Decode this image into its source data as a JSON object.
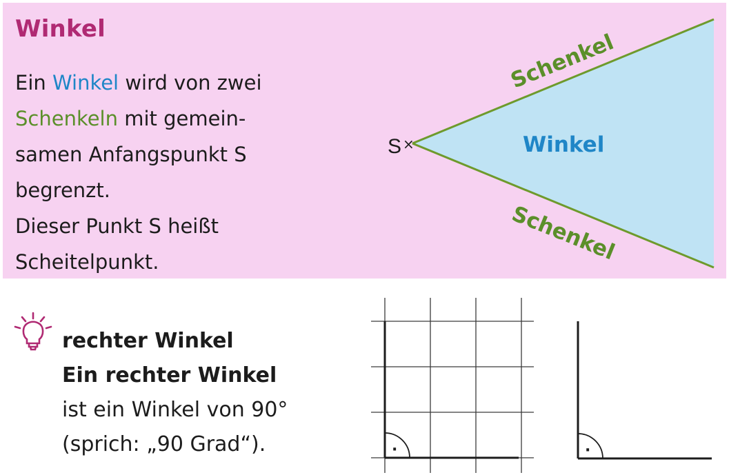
{
  "definition": {
    "title": "Winkel",
    "text_lines": [
      {
        "parts": [
          {
            "text": "Ein ",
            "style": "plain"
          },
          {
            "text": "Winkel",
            "style": "blue"
          },
          {
            "text": " wird von zwei",
            "style": "plain"
          }
        ]
      },
      {
        "parts": [
          {
            "text": "Schenkeln",
            "style": "green"
          },
          {
            "text": " mit gemein-",
            "style": "plain"
          }
        ]
      },
      {
        "parts": [
          {
            "text": "samen Anfangspunkt S",
            "style": "plain"
          }
        ]
      },
      {
        "parts": [
          {
            "text": "begrenzt.",
            "style": "plain"
          }
        ]
      },
      {
        "parts": [
          {
            "text": "Dieser Punkt S heißt",
            "style": "plain"
          }
        ]
      },
      {
        "parts": [
          {
            "text": "Scheitelpunkt.",
            "style": "plain"
          }
        ]
      }
    ],
    "diagram": {
      "vertex_label": "S",
      "vertex_marker": "×",
      "angle_label": "Winkel",
      "upper_arm_label": "Schenkel",
      "lower_arm_label": "Schenkel"
    }
  },
  "tip": {
    "icon": "lightbulb-icon",
    "heading": "rechter Winkel",
    "lines": [
      "Ein rechter Winkel",
      "ist ein Winkel von 90°",
      "(sprich: „90 Grad“)."
    ],
    "right_angle_marker": "·"
  },
  "colors": {
    "box_background": "#f7d2f1",
    "title": "#b02a73",
    "keyword_blue": "#1f86c7",
    "keyword_green": "#5b8f2a",
    "angle_fill": "#bfe3f4",
    "arm_line": "#6e9a2c"
  }
}
